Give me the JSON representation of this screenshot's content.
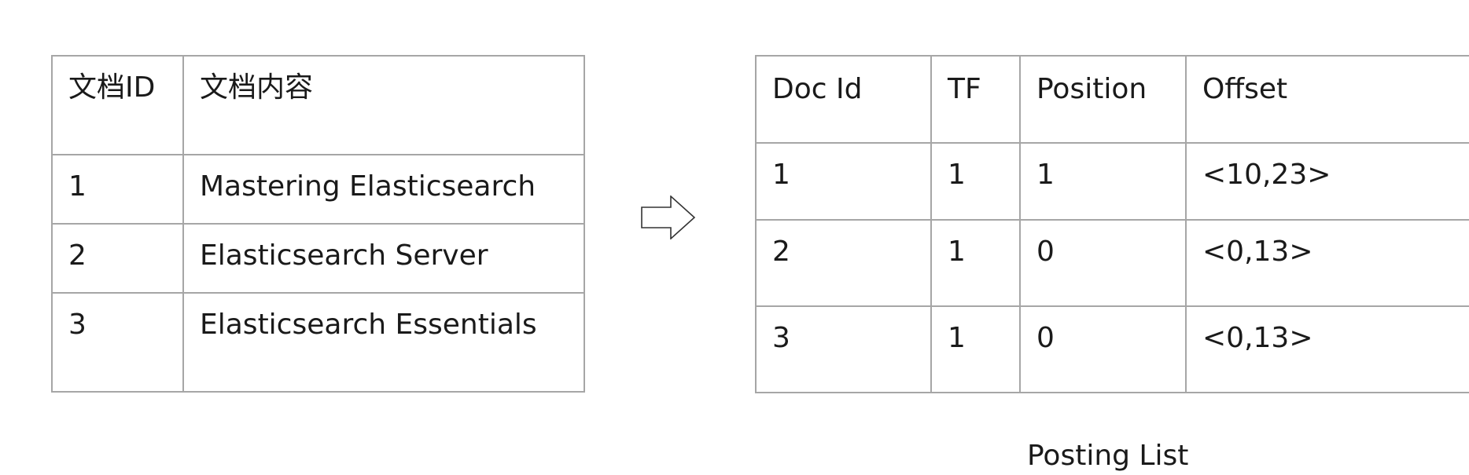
{
  "doc_table": {
    "headers": [
      "文档ID",
      "文档内容"
    ],
    "rows": [
      [
        "1",
        "Mastering Elasticsearch"
      ],
      [
        "2",
        "Elasticsearch Server"
      ],
      [
        "3",
        "Elasticsearch Essentials"
      ]
    ]
  },
  "arrow": {
    "icon": "right-arrow-icon"
  },
  "posting_list": {
    "headers": [
      "Doc Id",
      "TF",
      "Position",
      "Offset"
    ],
    "rows": [
      [
        "1",
        "1",
        "1",
        "<10,23>"
      ],
      [
        "2",
        "1",
        "0",
        "<0,13>"
      ],
      [
        "3",
        "1",
        "0",
        "<0,13>"
      ]
    ],
    "caption": "Posting List"
  },
  "colors": {
    "border": "#a6a6a6",
    "text": "#1a1a1a"
  }
}
